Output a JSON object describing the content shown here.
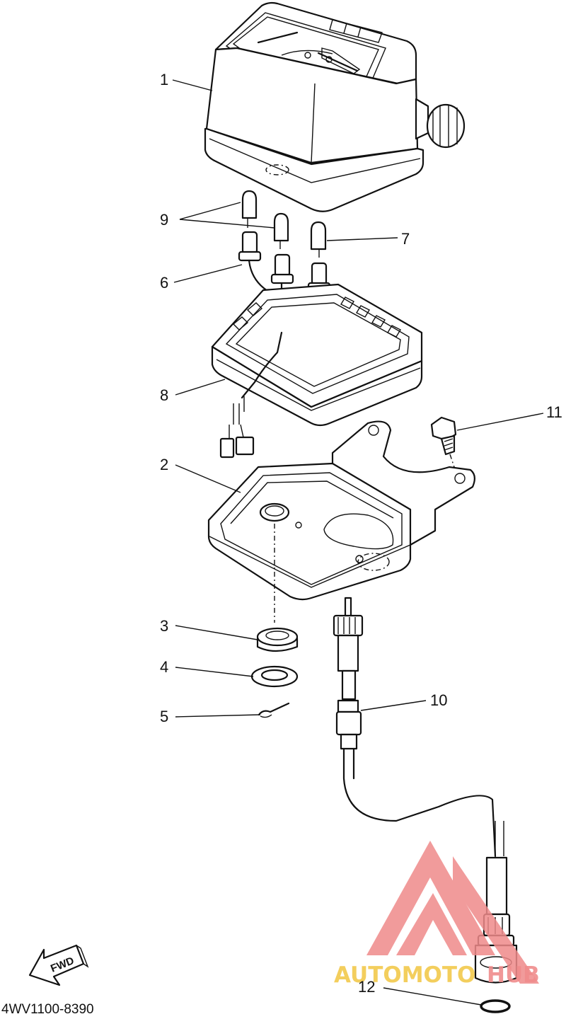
{
  "diagram": {
    "part_code": "4WV1100-8390",
    "fwd_label": "FWD",
    "watermark": {
      "part_a": "AUTOMOTO",
      "part_b": "HUB",
      "color_a": "#f2c94c",
      "color_b": "#f08c8c",
      "logo_color": "#ef8a8a"
    },
    "callouts": [
      "1",
      "2",
      "3",
      "4",
      "5",
      "6",
      "7",
      "8",
      "9",
      "10",
      "11",
      "12"
    ]
  }
}
